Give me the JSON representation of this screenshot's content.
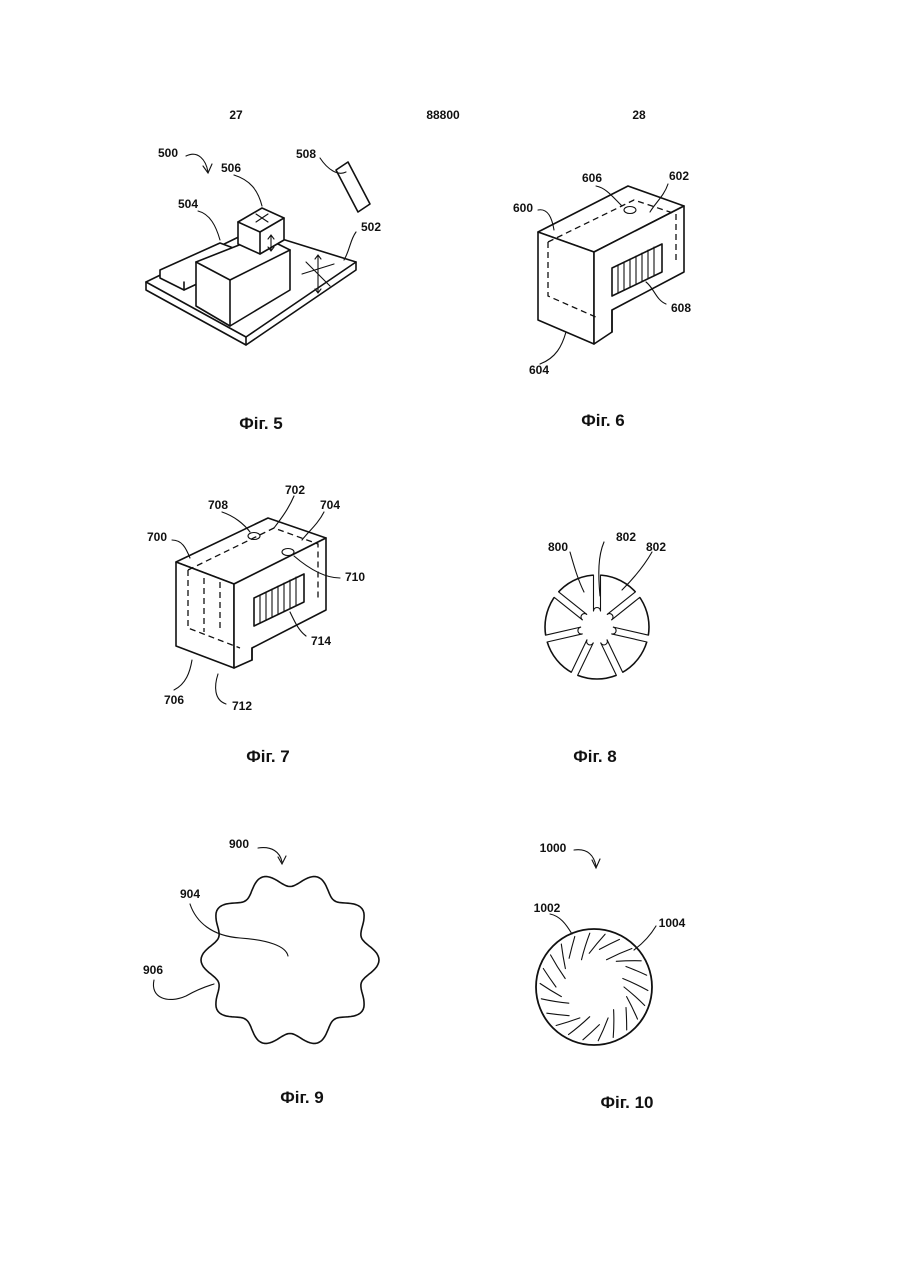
{
  "header": {
    "left_page": "27",
    "patent_number": "88800",
    "right_page": "28"
  },
  "figures": [
    {
      "caption": "Фіг. 5",
      "labels": [
        "500",
        "502",
        "504",
        "506",
        "508"
      ]
    },
    {
      "caption": "Фіг. 6",
      "labels": [
        "600",
        "602",
        "604",
        "606",
        "608"
      ]
    },
    {
      "caption": "Фіг. 7",
      "labels": [
        "700",
        "702",
        "704",
        "706",
        "708",
        "710",
        "712",
        "714"
      ]
    },
    {
      "caption": "Фіг. 8",
      "labels": [
        "800",
        "802",
        "802"
      ]
    },
    {
      "caption": "Фіг. 9",
      "labels": [
        "900",
        "904",
        "906"
      ]
    },
    {
      "caption": "Фіг. 10",
      "labels": [
        "1000",
        "1002",
        "1004"
      ]
    }
  ]
}
